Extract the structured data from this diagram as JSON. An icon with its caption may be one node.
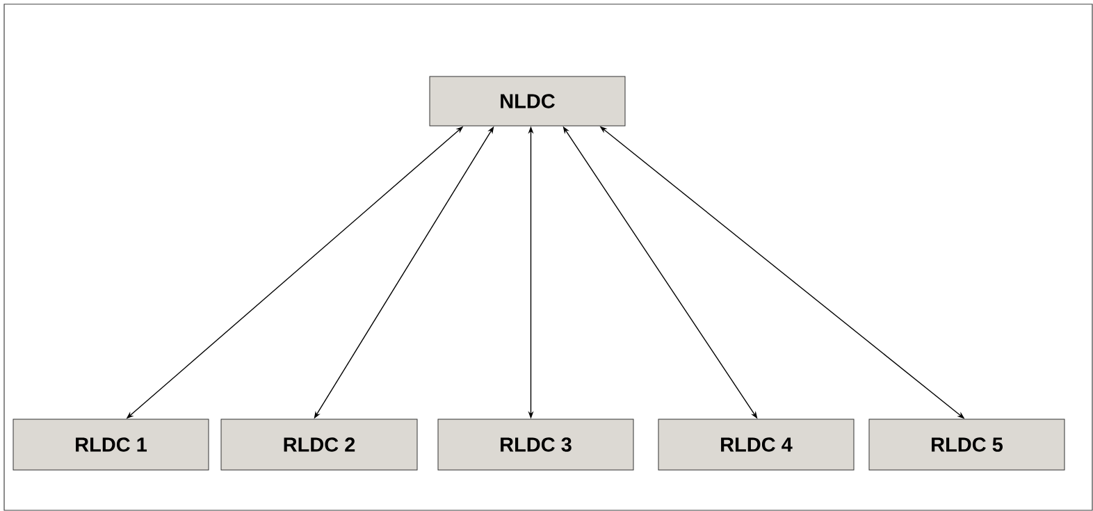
{
  "diagram": {
    "nodes": [
      {
        "text": [
          "NLDC"
        ]
      },
      {
        "text": [
          "RLDC 1"
        ]
      },
      {
        "text": [
          "RLDC 2"
        ]
      },
      {
        "text": [
          "RLDC 3"
        ]
      },
      {
        "text": [
          "RLDC 4"
        ]
      },
      {
        "text": [
          "RLDC 5"
        ]
      }
    ],
    "edges": [
      {
        "from": 0,
        "to": 1,
        "arrow": "both"
      },
      {
        "from": 0,
        "to": 2,
        "arrow": "both"
      },
      {
        "from": 0,
        "to": 3,
        "arrow": "both"
      },
      {
        "from": 0,
        "to": 4,
        "arrow": "both"
      },
      {
        "from": 0,
        "to": 5,
        "arrow": "both"
      }
    ]
  }
}
